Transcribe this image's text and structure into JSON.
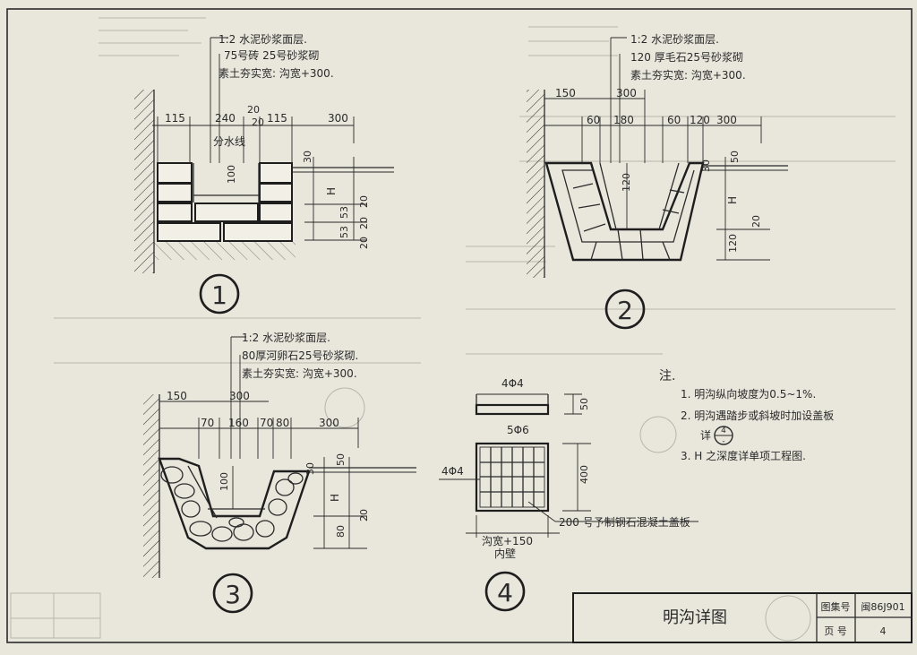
{
  "title": "明沟详图",
  "title_block": {
    "drawing_no_label": "图集号",
    "drawing_no": "闽86J901",
    "page_label": "页 号",
    "page_no": "4"
  },
  "detail1": {
    "number": "1",
    "notes": [
      "1:2 水泥砂浆面层.",
      "75号砖 25号砂浆砌",
      "素土夯实宽: 沟宽+300."
    ],
    "dims_top": [
      "115",
      "240",
      "20",
      "20",
      "115",
      "300"
    ],
    "divider_label": "分水线",
    "dim_vertical": [
      "30",
      "100",
      "H",
      "20",
      "53",
      "20",
      "53",
      "20"
    ]
  },
  "detail2": {
    "number": "2",
    "notes": [
      "1:2 水泥砂浆面层.",
      "120 厚毛石25号砂浆砌",
      "素土夯实宽: 沟宽+300."
    ],
    "dims_top": [
      "150",
      "300",
      "60",
      "180",
      "60",
      "120",
      "300"
    ],
    "dim_vertical": [
      "30",
      "50",
      "120",
      "H",
      "20",
      "120"
    ]
  },
  "detail3": {
    "number": "3",
    "notes": [
      "1:2 水泥砂浆面层.",
      "80厚河卵石25号砂浆砌.",
      "素土夯实宽: 沟宽+300."
    ],
    "dims_top": [
      "150",
      "300",
      "70",
      "160",
      "70",
      "80",
      "300"
    ],
    "dim_vertical": [
      "30",
      "50",
      "100",
      "H",
      "20",
      "80"
    ]
  },
  "detail4": {
    "number": "4",
    "labels": [
      "4Φ4",
      "50",
      "5Φ6",
      "4Φ4",
      "400"
    ],
    "slab_note": "200 号予制钢石混凝土盖板",
    "dim_bottom": "沟宽+150",
    "inner_wall": "内壁"
  },
  "notes": {
    "heading": "注.",
    "items": [
      "1. 明沟纵向坡度为0.5~1%.",
      "2. 明沟遇踏步或斜坡时加设盖板",
      "详",
      "3. H 之深度详单项工程图."
    ],
    "ref_top": "4",
    "ref_bottom": "-"
  },
  "colors": {
    "paper": "#e9e6dc",
    "ink": "#2a2a2a",
    "ghost": "#b5b2a9"
  }
}
